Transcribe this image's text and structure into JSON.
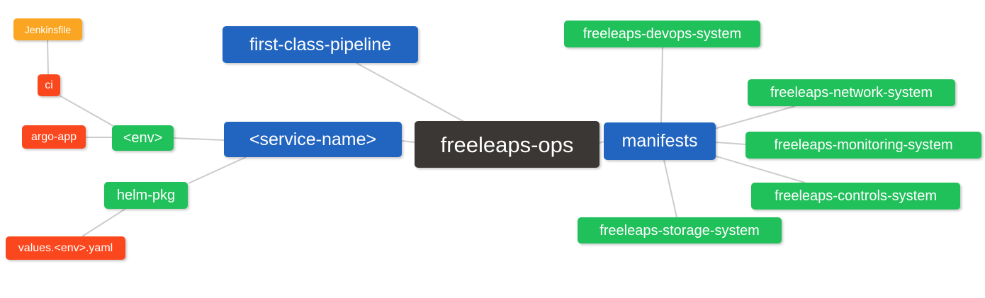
{
  "diagram": {
    "type": "mindmap",
    "root": {
      "label": "freeleaps-ops"
    },
    "left": {
      "first_class_pipeline": {
        "label": "first-class-pipeline"
      },
      "service_name": {
        "label": "<service-name>"
      },
      "env": {
        "label": "<env>"
      },
      "helm_pkg": {
        "label": "helm-pkg"
      },
      "ci": {
        "label": "ci"
      },
      "argo_app": {
        "label": "argo-app"
      },
      "jenkinsfile": {
        "label": "Jenkinsfile"
      },
      "values_env_yaml": {
        "label": "values.<env>.yaml"
      }
    },
    "right": {
      "manifests": {
        "label": "manifests"
      },
      "freeleaps_devops_system": {
        "label": "freeleaps-devops-system"
      },
      "freeleaps_network_system": {
        "label": "freeleaps-network-system"
      },
      "freeleaps_monitoring_system": {
        "label": "freeleaps-monitoring-system"
      },
      "freeleaps_controls_system": {
        "label": "freeleaps-controls-system"
      },
      "freeleaps_storage_system": {
        "label": "freeleaps-storage-system"
      }
    },
    "connections": [
      {
        "from": "jenkinsfile",
        "to": "ci"
      },
      {
        "from": "ci",
        "to": "env"
      },
      {
        "from": "argo-app",
        "to": "env"
      },
      {
        "from": "env",
        "to": "service-name"
      },
      {
        "from": "service-name",
        "to": "helm-pkg"
      },
      {
        "from": "helm-pkg",
        "to": "values-env-yaml"
      },
      {
        "from": "first-class-pipeline",
        "to": "freeleaps-ops"
      },
      {
        "from": "service-name",
        "to": "freeleaps-ops"
      },
      {
        "from": "freeleaps-ops",
        "to": "manifests"
      },
      {
        "from": "manifests",
        "to": "freeleaps-devops-system"
      },
      {
        "from": "manifests",
        "to": "freeleaps-network-system"
      },
      {
        "from": "manifests",
        "to": "freeleaps-monitoring-system"
      },
      {
        "from": "manifests",
        "to": "freeleaps-controls-system"
      },
      {
        "from": "manifests",
        "to": "freeleaps-storage-system"
      }
    ],
    "colors": {
      "canvas_bg": "#ffffff",
      "root_bg": "#3b3734",
      "branch_bg": "#2165c0",
      "group_bg": "#20c05a",
      "leaf_bg": "#fb471d",
      "subleaf_bg": "#faa622",
      "edge": "#cccccc",
      "node_text": "#ffffff"
    }
  }
}
